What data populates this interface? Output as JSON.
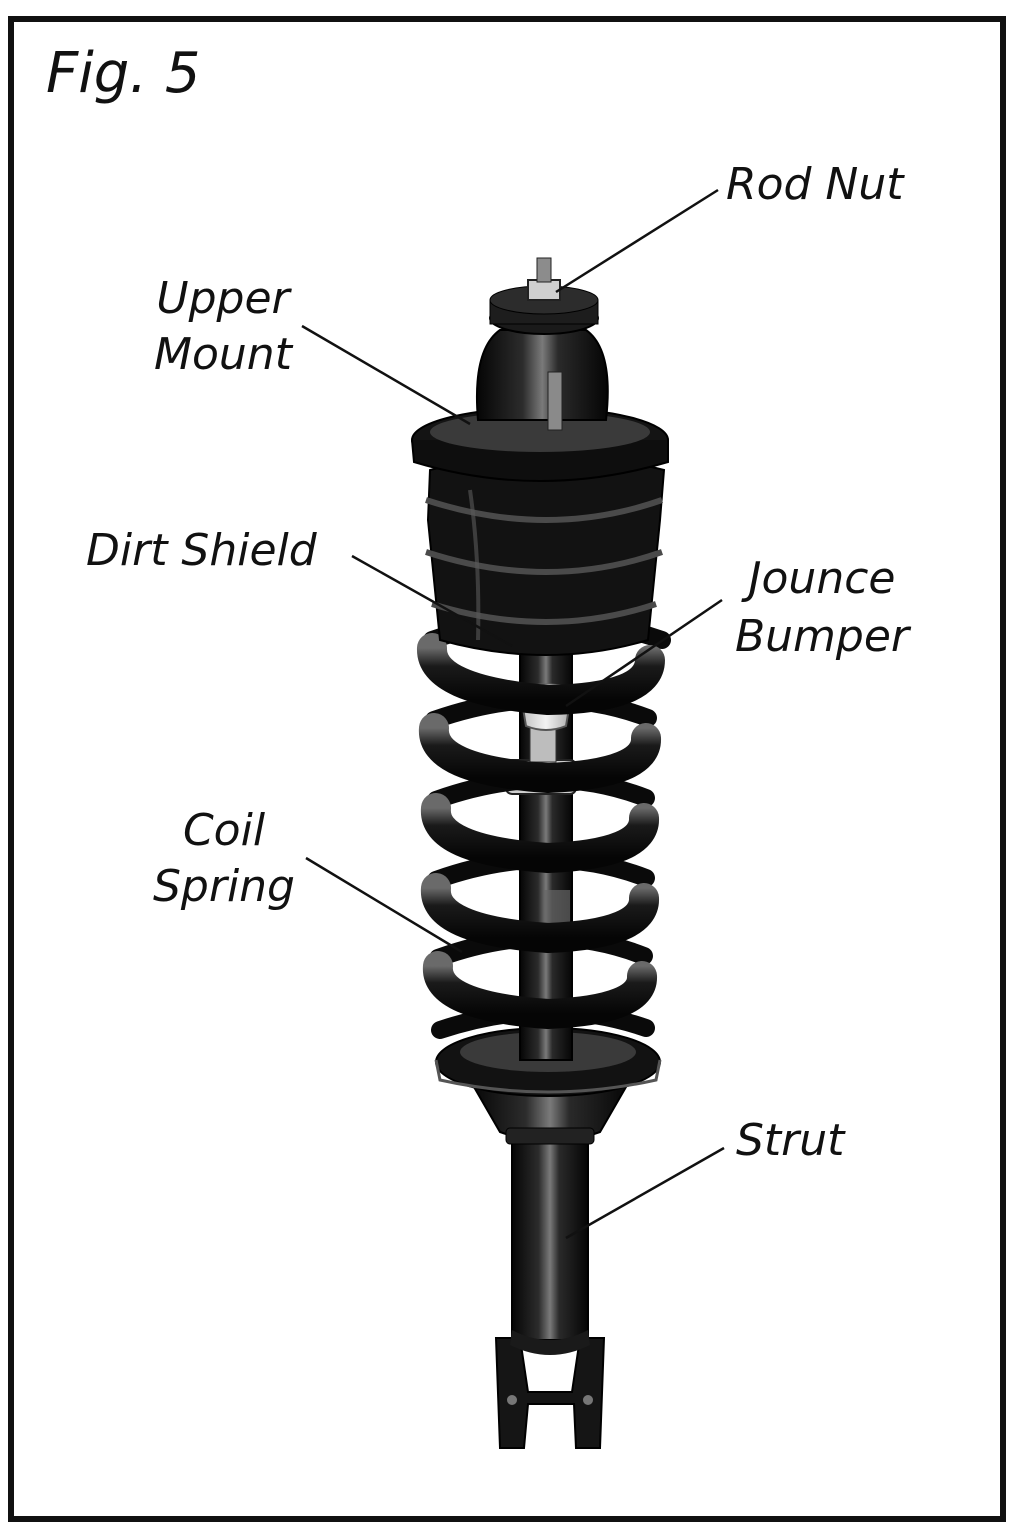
{
  "figure": {
    "title": "Fig. 5",
    "callouts": {
      "rod_nut": "Rod Nut",
      "upper_mount_line1": "Upper",
      "upper_mount_line2": "Mount",
      "dirt_shield": "Dirt Shield",
      "jounce_bumper_line1": "Jounce",
      "jounce_bumper_line2": "Bumper",
      "coil_spring_line1": "Coil",
      "coil_spring_line2": "Spring",
      "strut": "Strut"
    }
  },
  "colors": {
    "ink": "#111111",
    "metal_dark": "#141414",
    "metal_mid": "#3a3a3a",
    "highlight": "#9a9a9a",
    "bumper": "#e6e6e6",
    "background": "#ffffff"
  }
}
